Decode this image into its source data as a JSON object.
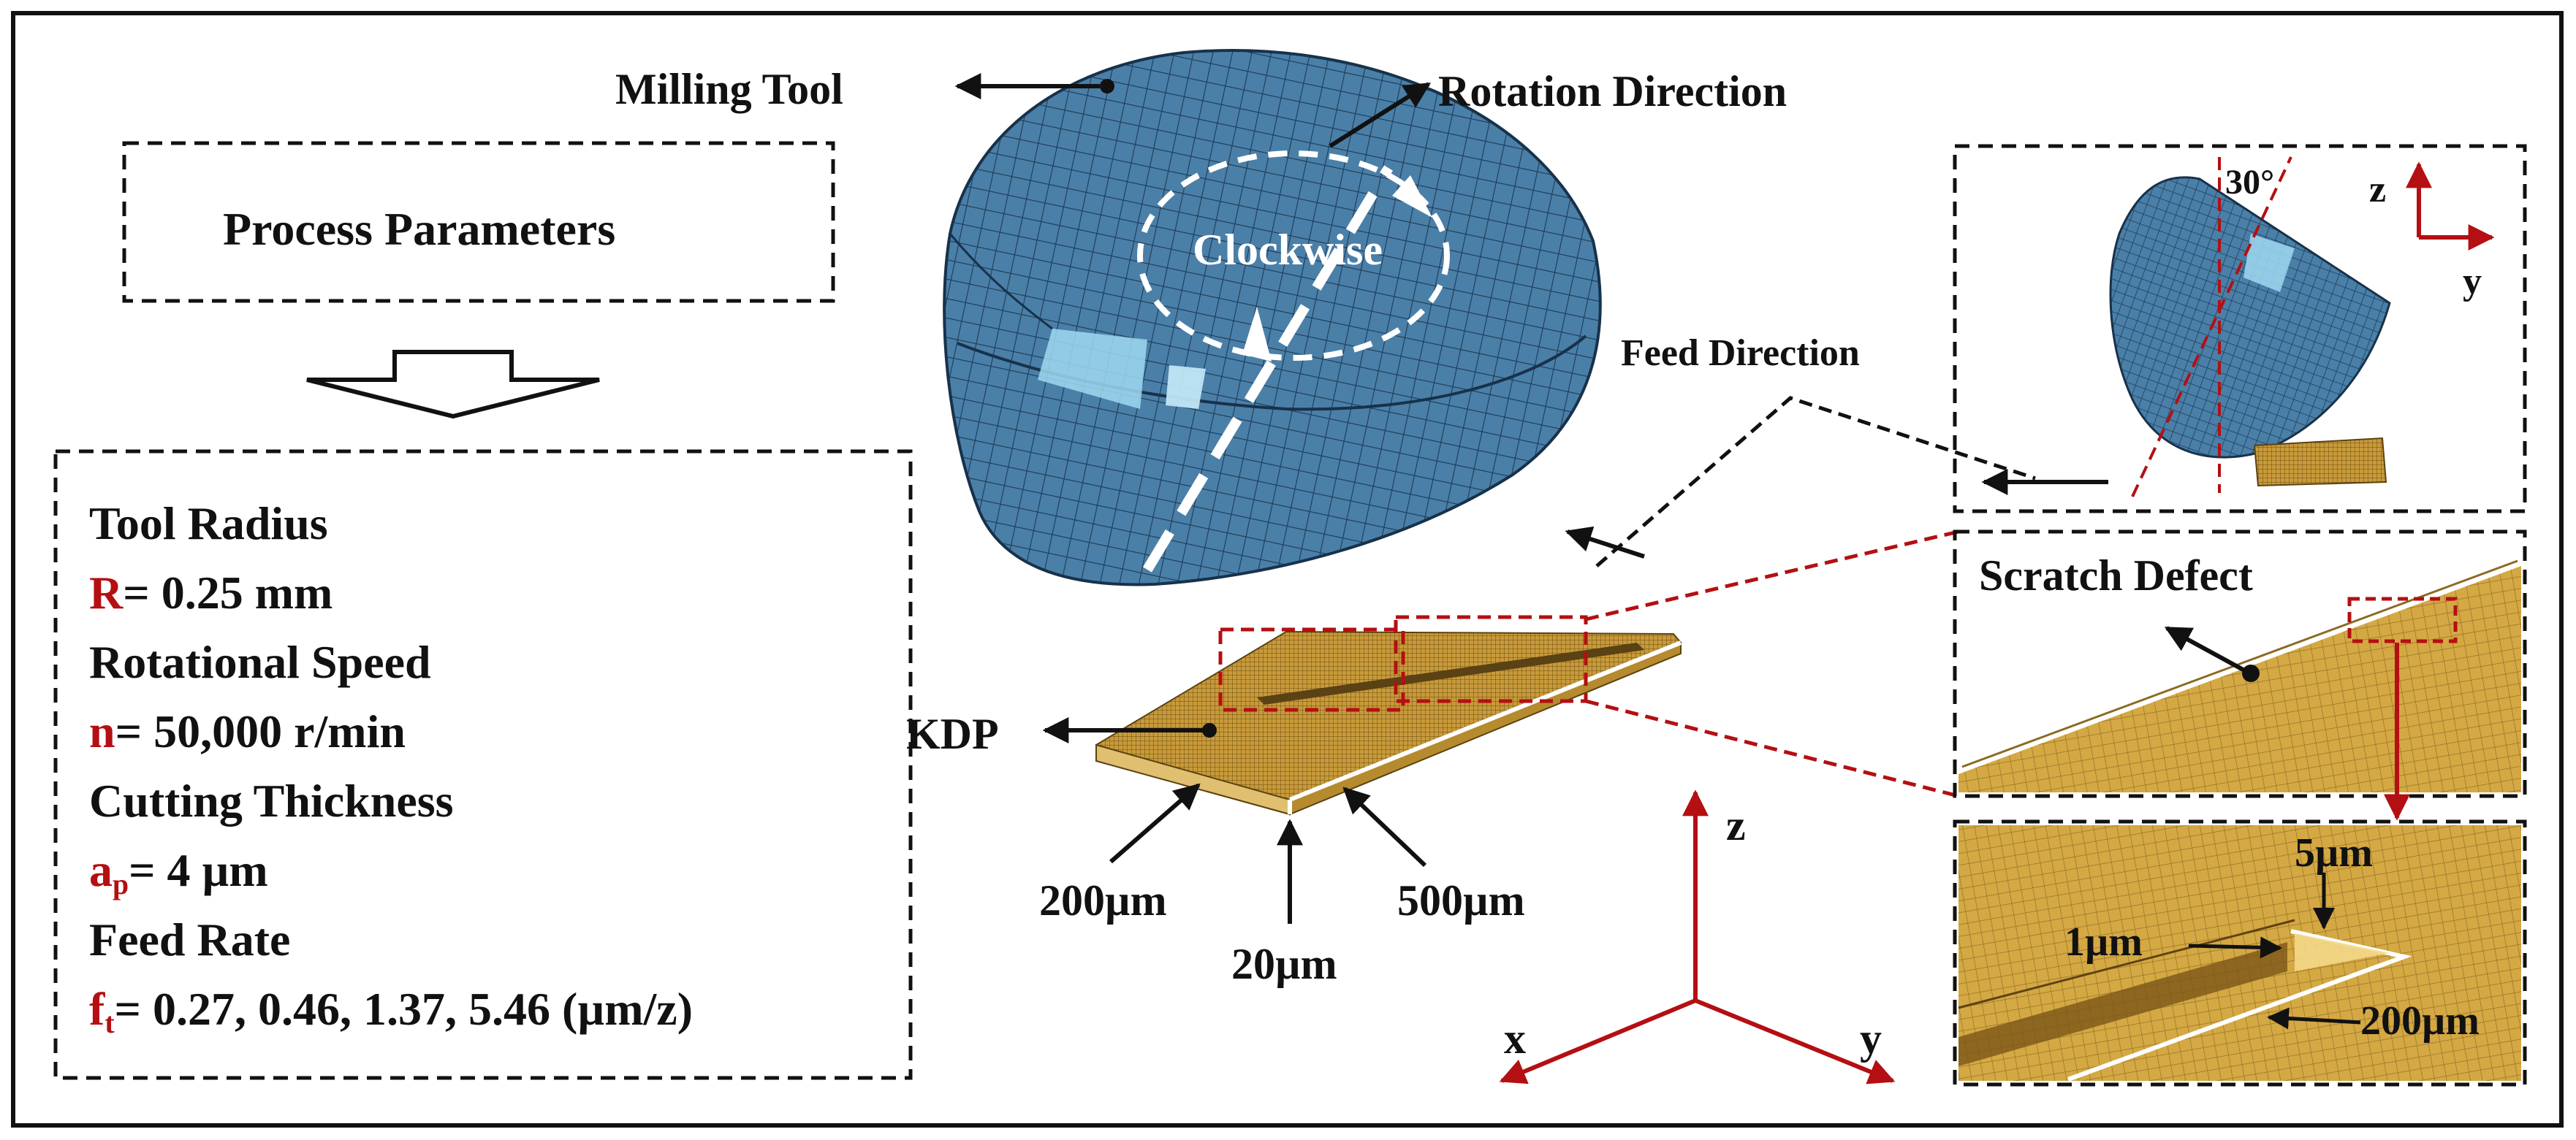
{
  "labels": {
    "milling_tool": "Milling Tool",
    "rotation_direction": "Rotation Direction",
    "clockwise": "Clockwise",
    "feed_direction": "Feed Direction",
    "kdp": "KDP",
    "dim_200": "200µm",
    "dim_20": "20µm",
    "dim_500": "500µm",
    "axis_z": "z",
    "axis_x": "x",
    "axis_y": "y",
    "angle": "30°",
    "scratch_defect": "Scratch Defect",
    "zoom_5um": "5µm",
    "zoom_1um": "1µm",
    "zoom_200um": "200µm"
  },
  "process": {
    "title": "Process Parameters",
    "tool_radius_label": "Tool Radius",
    "tool_radius_sym": "R",
    "tool_radius_value": "= 0.25 mm",
    "speed_label": "Rotational Speed",
    "speed_sym": "n",
    "speed_value": "= 50,000 r/min",
    "thickness_label": "Cutting Thickness",
    "thickness_sym": "a",
    "thickness_sub": "p",
    "thickness_value": "= 4 µm",
    "feed_label": "Feed Rate",
    "feed_sym": "f",
    "feed_sub": "t",
    "feed_value": "= 0.27, 0.46, 1.37, 5.46 (µm/z)"
  },
  "colors": {
    "tool_blue": "#4a7fa8",
    "workpiece_gold": "#c89a3a",
    "accent_red": "#b40f12"
  }
}
